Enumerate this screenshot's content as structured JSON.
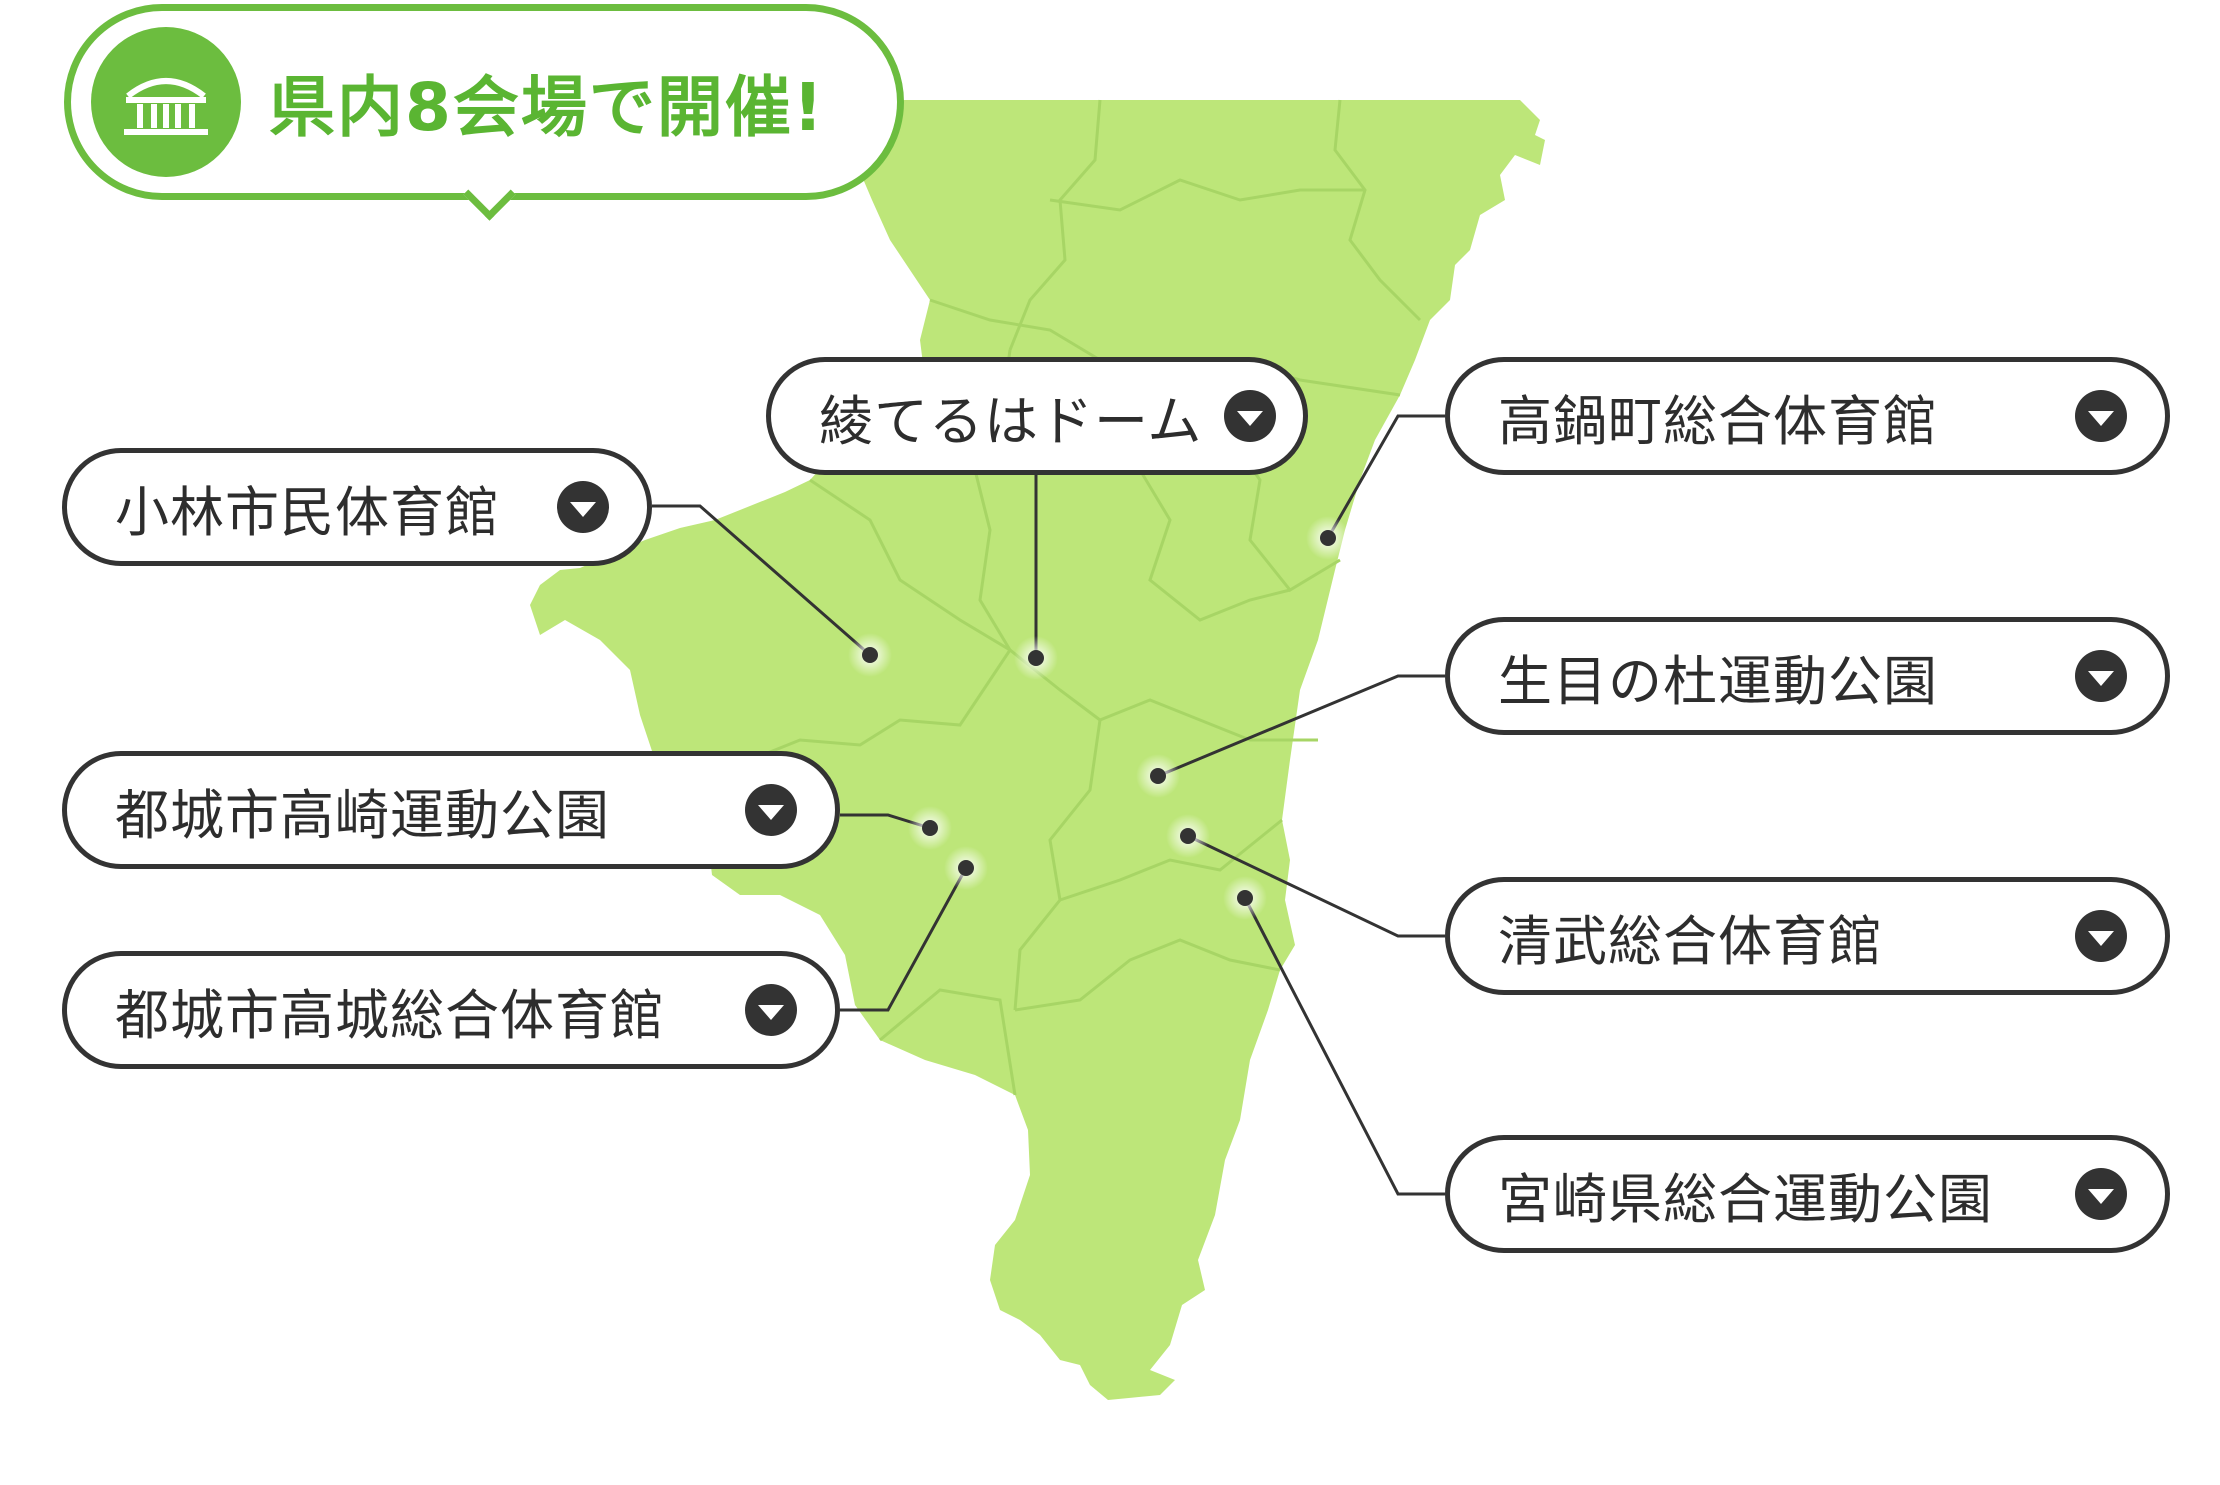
{
  "header": {
    "title": "県内8会場で開催!",
    "icon": "stadium-icon"
  },
  "colors": {
    "accent_green": "#6cbd3f",
    "map_fill": "#bde679",
    "map_border": "#a7d565",
    "text_dark": "#2d2d2d"
  },
  "venues": [
    {
      "name": "綾てるはドーム"
    },
    {
      "name": "小林市民体育館"
    },
    {
      "name": "都城市高崎運動公園"
    },
    {
      "name": "都城市高城総合体育館"
    },
    {
      "name": "高鍋町総合体育館"
    },
    {
      "name": "生目の杜運動公園"
    },
    {
      "name": "清武総合体育館"
    },
    {
      "name": "宮崎県総合運動公園"
    }
  ]
}
